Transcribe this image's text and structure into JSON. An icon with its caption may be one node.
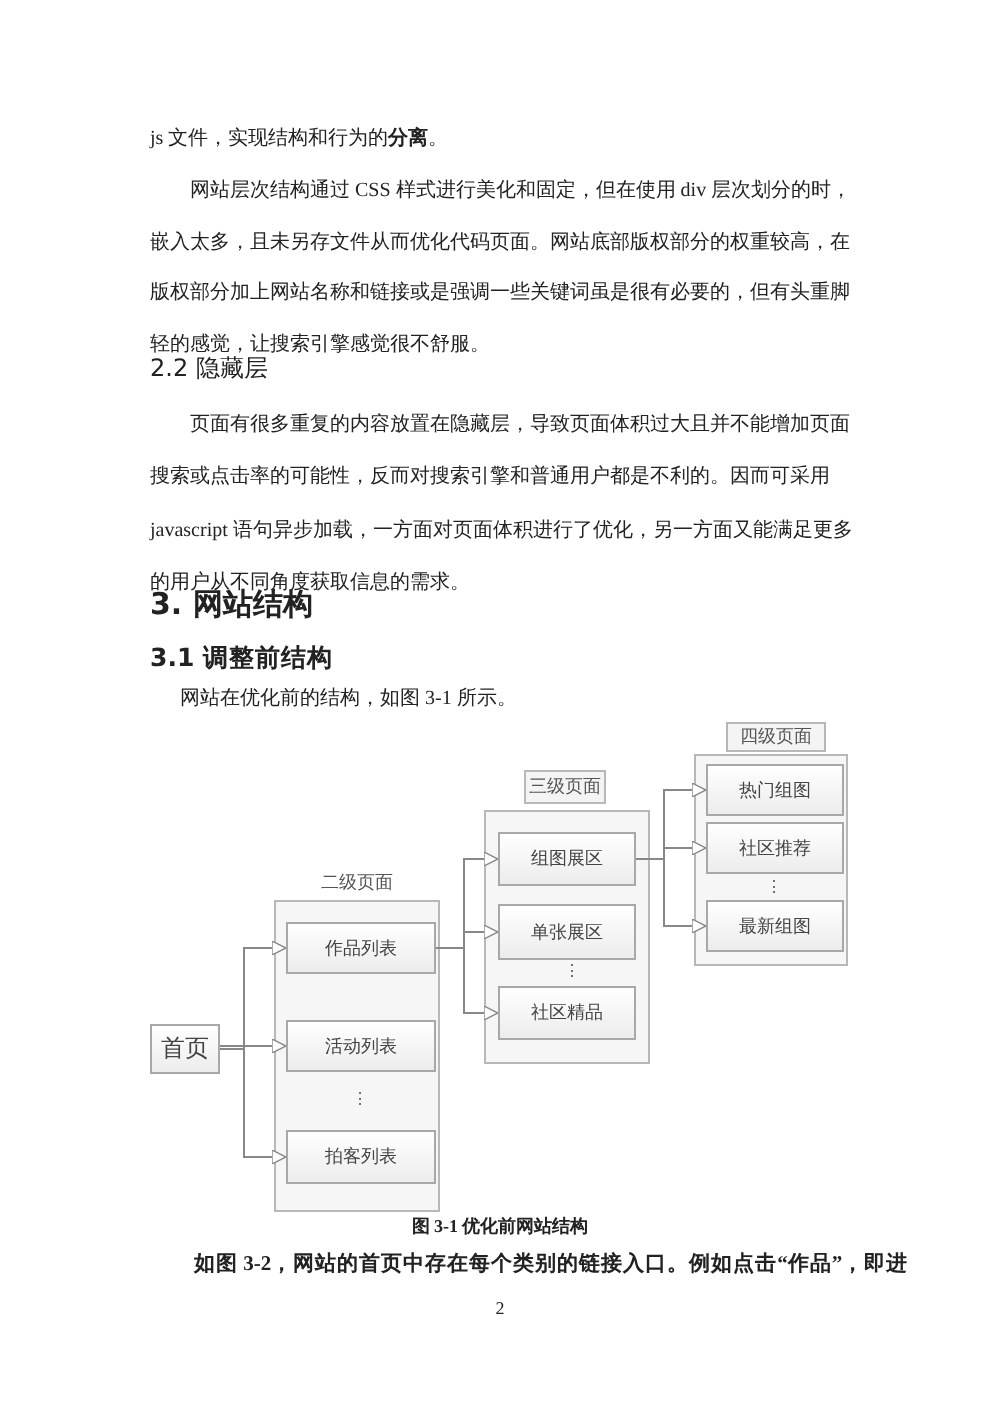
{
  "diagram": {
    "caption": "图 3-1 优化前网站结构",
    "nodes": [
      {
        "text": [
          "首页"
        ]
      },
      {
        "text": [
          "二级页面"
        ]
      },
      {
        "text": [
          "作品列表"
        ],
        "in": 1
      },
      {
        "text": [
          "活动列表"
        ],
        "in": 1
      },
      {
        "text": [
          "拍客列表"
        ],
        "in": 1
      },
      {
        "text": [
          "三级页面"
        ]
      },
      {
        "text": [
          "组图展区"
        ],
        "in": 5
      },
      {
        "text": [
          "单张展区"
        ],
        "in": 5
      },
      {
        "text": [
          "社区精品"
        ],
        "in": 5
      },
      {
        "text": [
          "四级页面"
        ]
      },
      {
        "text": [
          "热门组图"
        ],
        "in": 9
      },
      {
        "text": [
          "社区推荐"
        ],
        "in": 9
      },
      {
        "text": [
          "最新组图"
        ],
        "in": 9
      }
    ],
    "edges": [
      {
        "from": 0,
        "to": 2,
        "arrow": "to"
      },
      {
        "from": 0,
        "to": 3,
        "arrow": "to"
      },
      {
        "from": 0,
        "to": 4,
        "arrow": "to"
      },
      {
        "from": 2,
        "to": 6,
        "arrow": "to"
      },
      {
        "from": 2,
        "to": 7,
        "arrow": "to"
      },
      {
        "from": 2,
        "to": 8,
        "arrow": "to"
      },
      {
        "from": 6,
        "to": 10,
        "arrow": "to"
      },
      {
        "from": 6,
        "to": 11,
        "arrow": "to"
      },
      {
        "from": 6,
        "to": 12,
        "arrow": "to"
      }
    ],
    "labels": [
      "js 文件，实现结构和行为的**分离**。",
      "网站层次结构通过 CSS 样式进行美化和固定，但在使用 div 层次划分的时，嵌入太多，且未另存文件从而优化代码页面。网站底部版权部分的权重较高，在版权部分加上网站名称和链接或是强调一些关键词虽是很有必要的，但有头重脚轻的感觉，让搜索引擎感觉很不舒服。",
      "2.2 隐藏层",
      "页面有很多重复的内容放置在隐藏层，导致页面体积过大且并不能增加页面搜索或点击率的可能性，反而对搜索引擎和普通用户都是不利的。因而可采用javascript 语句异步加载，一方面对页面体积进行了优化，另一方面又能满足更多的用户从不同角度获取信息的需求。",
      "3. 网站结构",
      "3.1 调整前结构",
      "网站在优化前的结构，如图 3-1 所示。",
      "⋮",
      "⋮",
      "⋮",
      "如图 3-2，网站的首页中存在每个类别的链接入口。例如点击“作品”，即进",
      "2"
    ]
  }
}
